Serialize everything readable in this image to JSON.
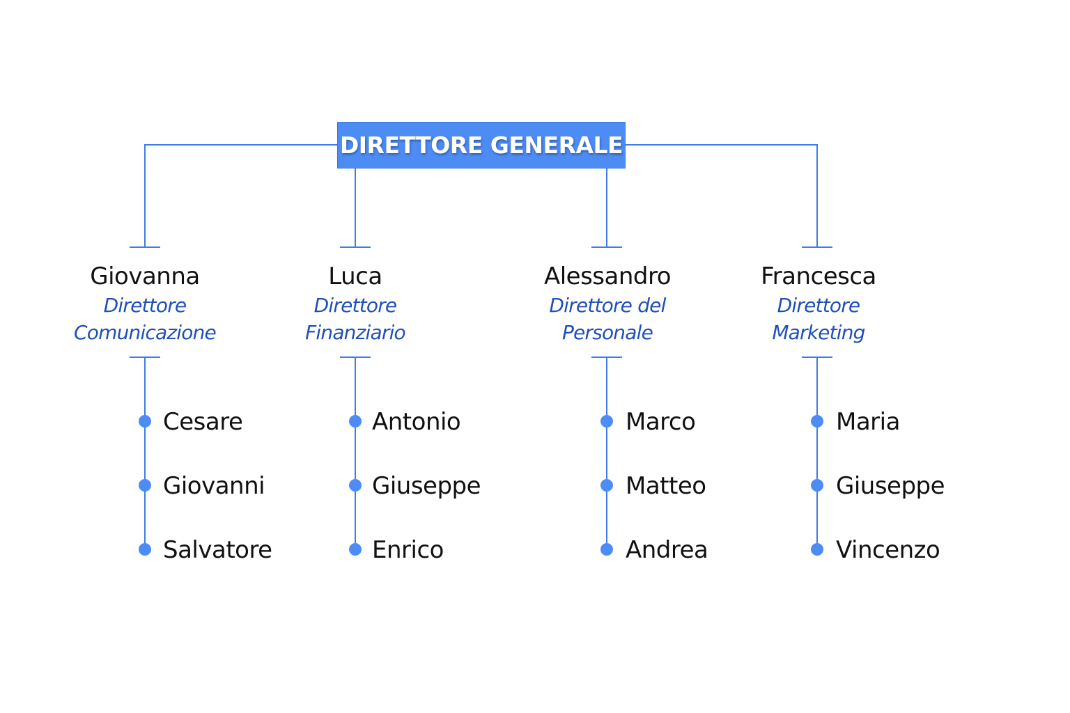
{
  "root": {
    "title": "DIRETTORE GENERALE"
  },
  "directors": [
    {
      "name": "Giovanna",
      "role_line1": "Direttore",
      "role_line2": "Comunicazione",
      "reports": [
        "Cesare",
        "Giovanni",
        "Salvatore"
      ]
    },
    {
      "name": "Luca",
      "role_line1": "Direttore",
      "role_line2": "Finanziario",
      "reports": [
        "Antonio",
        "Giuseppe",
        "Enrico"
      ]
    },
    {
      "name": "Alessandro",
      "role_line1": "Direttore del",
      "role_line2": "Personale",
      "reports": [
        "Marco",
        "Matteo",
        "Andrea"
      ]
    },
    {
      "name": "Francesca",
      "role_line1": "Direttore",
      "role_line2": "Marketing",
      "reports": [
        "Maria",
        "Giuseppe",
        "Vincenzo"
      ]
    }
  ],
  "colors": {
    "accent": "#4d8cf5",
    "line": "#3d7ee6",
    "role_text": "#1f4fb8",
    "name_text": "#111111"
  }
}
